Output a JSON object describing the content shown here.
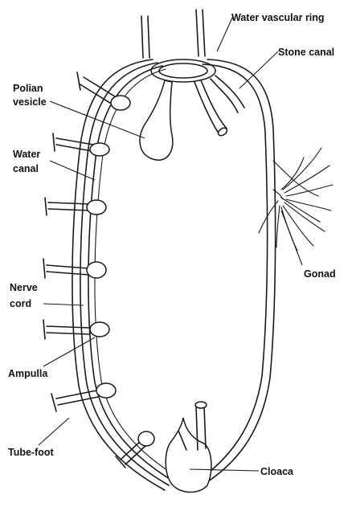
{
  "diagram": {
    "labels": {
      "water_vascular_ring": "Water vascular ring",
      "stone_canal": "Stone canal",
      "polian_vesicle_line1": "Polian",
      "polian_vesicle_line2": "vesicle",
      "water_canal_line1": "Water",
      "water_canal_line2": "canal",
      "nerve_cord_line1": "Nerve",
      "nerve_cord_line2": "cord",
      "ampulla": "Ampulla",
      "tube_foot": "Tube-foot",
      "gonad": "Gonad",
      "cloaca": "Cloaca"
    }
  }
}
